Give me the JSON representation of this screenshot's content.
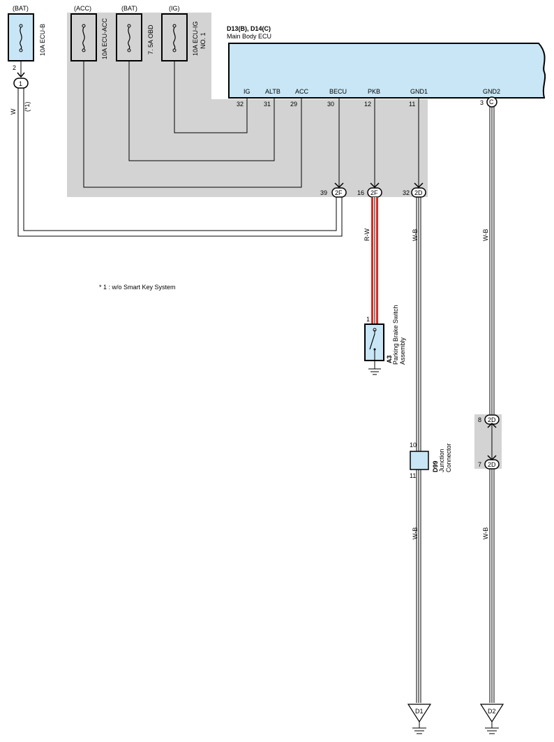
{
  "colors": {
    "shade": "#d3d3d3",
    "component_fill": "#c8e6f5",
    "red_wire": "#e0281e"
  },
  "fuses": [
    {
      "source": "(BAT)",
      "name": "10A ECU-B",
      "name2": ""
    },
    {
      "source": "(ACC)",
      "name": "10A ECU-ACC",
      "name2": ""
    },
    {
      "source": "(BAT)",
      "name": "7. 5A OBD",
      "name2": ""
    },
    {
      "source": "(IG)",
      "name": "10A ECU-IG",
      "name2": "NO. 1"
    }
  ],
  "fuse_pin": "2",
  "splice1": {
    "label": "1",
    "wire_color": "W",
    "note": "(*1)"
  },
  "ecu": {
    "ref": "D13(B), D14(C)",
    "name": "Main Body ECU",
    "pins": [
      {
        "label": "IG",
        "num": "32"
      },
      {
        "label": "ALTB",
        "num": "31"
      },
      {
        "label": "ACC",
        "num": "29"
      },
      {
        "label": "BECU",
        "num": "30"
      },
      {
        "label": "PKB",
        "num": "12"
      },
      {
        "label": "GND1",
        "num": "11"
      },
      {
        "label": "GND2",
        "num": "3"
      }
    ],
    "gnd2_connector": "C"
  },
  "connectors": [
    {
      "num": "39",
      "id": "2F"
    },
    {
      "num": "16",
      "id": "2F"
    },
    {
      "num": "32",
      "id": "2D"
    }
  ],
  "wire_labels": {
    "pkb": "R-W",
    "gnd1_upper": "W-B",
    "gnd2_upper": "W-B",
    "gnd1_lower": "W-B",
    "gnd2_lower": "W-B"
  },
  "footnote": "* 1 : w/o Smart Key System",
  "switch": {
    "pin": "1",
    "ref": "A3",
    "name1": "Parking Brake Switch",
    "name2": "Assembly"
  },
  "junction": {
    "ref": "D99",
    "name1": "Junction",
    "name2": "Connector",
    "pin_top": "10",
    "pin_bottom": "11"
  },
  "gnd2_connectors": [
    {
      "num": "8",
      "id": "2D"
    },
    {
      "num": "7",
      "id": "2D"
    }
  ],
  "grounds": [
    "D1",
    "D2"
  ]
}
